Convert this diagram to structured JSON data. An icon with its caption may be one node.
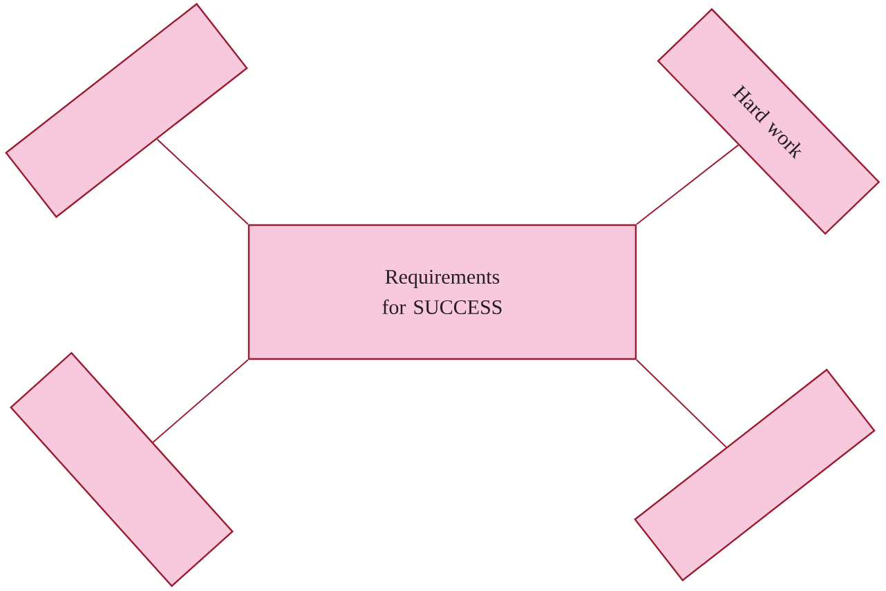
{
  "diagram": {
    "nodes": [
      {
        "text": [],
        "shape": "box"
      },
      {
        "text": [
          "Hard work"
        ]
      },
      {
        "text": [
          "Requirements for SUCCESS"
        ]
      },
      {
        "text": [],
        "shape": "box"
      },
      {
        "text": [],
        "shape": "box"
      }
    ],
    "edges": [
      {
        "from": 2,
        "to": 0,
        "arrow": "none"
      },
      {
        "from": 2,
        "to": 1,
        "arrow": "none"
      },
      {
        "from": 2,
        "to": 3,
        "arrow": "none"
      },
      {
        "from": 2,
        "to": 4,
        "arrow": "none"
      }
    ]
  }
}
